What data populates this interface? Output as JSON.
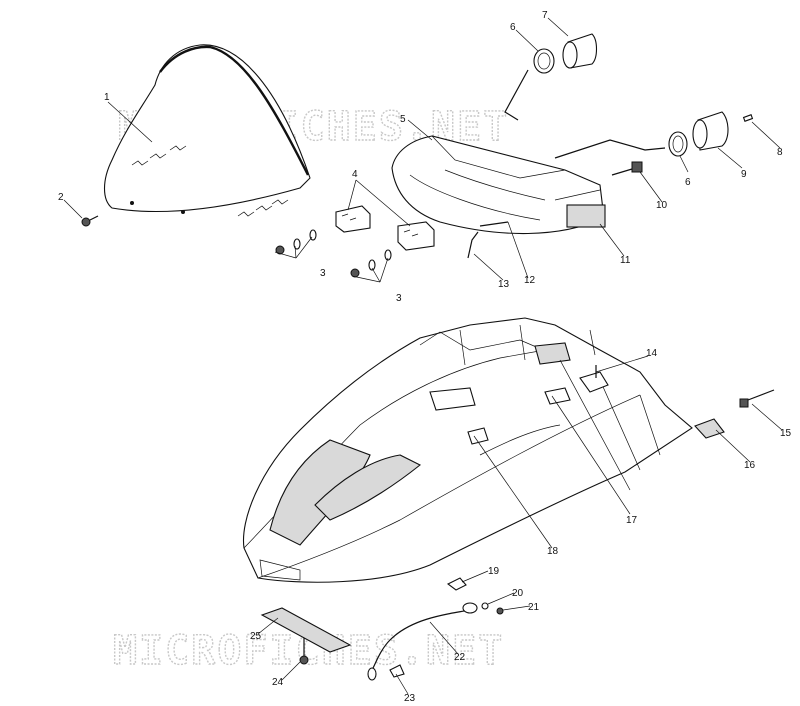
{
  "watermark": {
    "text": "MICROFICHES.NET",
    "color": "#c8c8c8"
  },
  "callouts": [
    "1",
    "2",
    "3",
    "3",
    "4",
    "5",
    "6",
    "6",
    "7",
    "8",
    "9",
    "10",
    "11",
    "12",
    "13",
    "14",
    "15",
    "16",
    "17",
    "18",
    "19",
    "20",
    "21",
    "22",
    "23",
    "24",
    "25"
  ],
  "line_color": "#111111"
}
